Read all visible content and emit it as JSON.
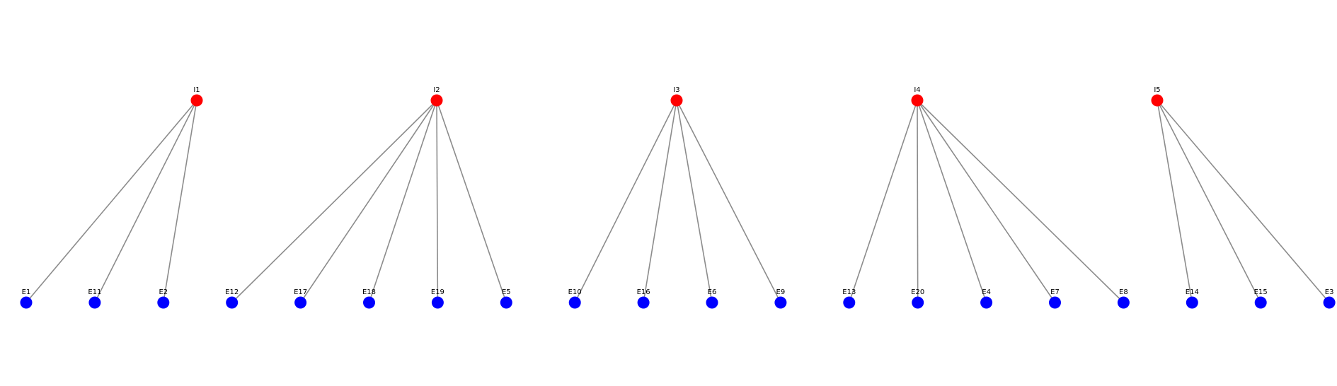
{
  "colors": {
    "parent_node": "#ff0000",
    "child_node": "#0000ff",
    "edge": "#8c8c8c"
  },
  "groups": [
    {
      "parent": "I1",
      "children": [
        "E1",
        "E11",
        "E2"
      ]
    },
    {
      "parent": "I2",
      "children": [
        "E12",
        "E17",
        "E18",
        "E19",
        "E5"
      ]
    },
    {
      "parent": "I3",
      "children": [
        "E10",
        "E16",
        "E6",
        "E9"
      ]
    },
    {
      "parent": "I4",
      "children": [
        "E13",
        "E20",
        "E4",
        "E7",
        "E8"
      ]
    },
    {
      "parent": "I5",
      "children": [
        "E14",
        "E15",
        "E3"
      ]
    }
  ]
}
